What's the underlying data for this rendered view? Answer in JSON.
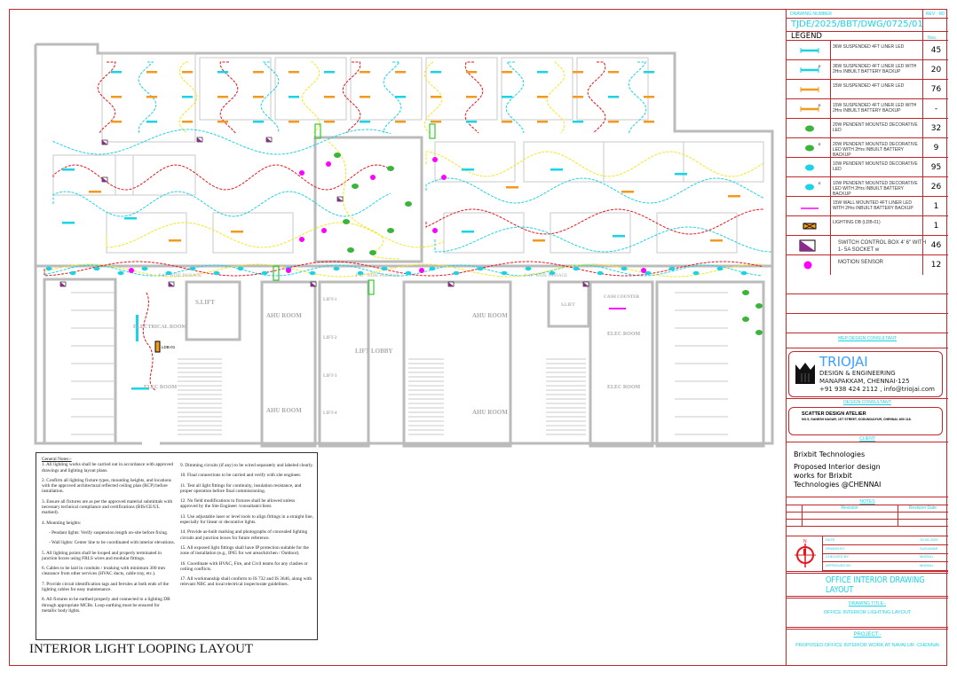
{
  "title_block": {
    "drawing_number_label": "DRAWING NUMBER",
    "rev_label": "REV : R0",
    "drawing_number": "TJDE/2025/BBT/DWG/0725/01",
    "legend_label": "LEGEND",
    "nos_label": "Nos.",
    "legend": [
      {
        "icon": "linear-led-cyan",
        "desc": "36W SUSPENDED 4FT LINER LED",
        "count": "45"
      },
      {
        "icon": "linear-led-cyan-emergency",
        "desc": "36W SUSPENDED 4FT LINER LED WITH 2Hrs INBUILT BATTERY BACKUP",
        "count": "20"
      },
      {
        "icon": "linear-led-orange",
        "desc": "15W SUSPENDED 4FT LINER LED",
        "count": "76"
      },
      {
        "icon": "linear-led-orange-emergency",
        "desc": "15W SUSPENDED 4FT LINER LED WITH 2Hrs INBUILT BATTERY BACKUP",
        "count": "-"
      },
      {
        "icon": "pendant-green",
        "desc": "20W PENDENT MOUNTED DECORATIVE LED",
        "count": "32"
      },
      {
        "icon": "pendant-green-emergency",
        "desc": "20W PENDENT MOUNTED DECORATIVE LED WITH 2Hrs INBUILT BATTERY BACKUP",
        "count": "9"
      },
      {
        "icon": "pendant-cyan",
        "desc": "10W PENDENT MOUNTED DECORATIVE LED",
        "count": "95"
      },
      {
        "icon": "pendant-cyan-emergency",
        "desc": "10W PENDENT MOUNTED DECORATIVE LED WITH 2Hrs INBUILT BATTERY BACKUP",
        "count": "26"
      },
      {
        "icon": "wall-led-magenta",
        "desc": "15W WALL MOUNTED 4FT LINER LED WITH 2Hrs INBUILT BATTERY BACKUP",
        "count": "1"
      },
      {
        "icon": "lighting-db",
        "desc": "LIGHTING DB (LDB-01)",
        "count": "1"
      },
      {
        "icon": "switch-box",
        "desc": "SWITCH CONTROL BOX 4' 6\" WITH 1- 5A SOCKET w",
        "count": "46"
      },
      {
        "icon": "motion-sensor",
        "desc": "MOTION SENSOR",
        "count": "12"
      }
    ],
    "emergency_mark": "E",
    "mep_label": "MEP DESIGN CONSULTANT",
    "mep": {
      "name": "TRIOJAI",
      "line1": "DESIGN & ENGINEERING",
      "line2": "MANAPAKKAM, CHENNAI-125",
      "line3": "+91 938 424 2112 , info@triojai.com"
    },
    "design_label": "DESIGN CONSULTANT",
    "design": {
      "name": "SCATTER DESIGN ATELIER",
      "address": "NO.5, GANESH NAGAR, 1ST STREET, KODUNGAIYUR, CHENNAI -600 118."
    },
    "client_label": "CLIENT",
    "client": {
      "name": "Brixbit Technologies",
      "desc": "Proposed Interior design works for Brixbit Technologies @CHENNAI"
    },
    "notes_label": "NOTES",
    "revision_label": "Revision",
    "revision_date_label": "Revision Date",
    "north": "N",
    "info": [
      {
        "k": "DATE",
        "v": "19-05-2025"
      },
      {
        "k": "DRAWN BY",
        "v": "SUGUMAR"
      },
      {
        "k": "CHECKED BY",
        "v": "MURALI"
      },
      {
        "k": "APPROVED BY",
        "v": "MURALI"
      }
    ],
    "sheet_title": "OFFICE INTERIOR DRAWING LAYOUT",
    "drawing_title_label": "DRAWING TITLE:-",
    "drawing_title": "OFFICE INTERIOR LIGHTING LAYOUT",
    "project_label": "PROJECT:-",
    "project": "PROPOSED OFFICE  INTERIOR WORK AT NAVALUR -CHENNAI"
  },
  "plan": {
    "rooms": {
      "slift": "S.LIFT",
      "slift2": "S.LIFT",
      "ahu1": "AHU ROOM",
      "ahu2": "AHU ROOM",
      "ahu3": "AHU ROOM",
      "ahu4": "AHU ROOM",
      "lift1": "LIFT-1",
      "lift2": "LIFT-2",
      "lift3": "LIFT-3",
      "lift4": "LIFT-4",
      "lobby": "LIFT LOBBY",
      "elec1": "ELECTRICAL ROOM",
      "elec2": "ELEC ROOM",
      "elec3": "ELEC ROOM",
      "elec4": "ELEC ROOM",
      "cash": "CASH COUNTER",
      "ldb": "LDB-01",
      "passage1": "4'-11\" WIDE PASSAGE",
      "passage2": "4'-11\" WIDE PASSAGE",
      "passage3": "4'-11\" WIDE PASSAGE"
    }
  },
  "notes": {
    "heading": "General Notes:-",
    "left": [
      "1. All lighting works shall be carried out in accordance with approved drawings and lighting layout plans.",
      "2. Confirm all lighting fixture types, mounting heights, and locations with the approved architectural reflected ceiling plan (RCP) before installation.",
      "3. Ensure all fixtures are as per the approved material submittals with necessary technical compliance and certifications (BIS/CE/UL marked).",
      "4. Mounting heights:",
      "- Pendant lights: Verify suspension length on-site before fixing.",
      "- Wall lights: Center line to be coordinated with interior elevations.",
      "5. All lighting points shall be looped and properly terminated in junction boxes using FRLS wires and modular fittings.",
      "6. Cables to be laid in conduits / trunking with minimum 300 mm clearance from other services (HVAC ducts, cable tray, etc.).",
      "7. Provide circuit identification tags and ferrules at both ends of the lighting cables for easy maintenance.",
      "8. All fixtures to be earthed properly and connected to a lighting DB through appropriate MCBs. Loop earthing must be ensured for metallic body lights."
    ],
    "right": [
      "9. Dimming circuits (if any) to be wired separately and labeled clearly.",
      "10. Final connections to be carried and verify with site engineer.",
      "11. Test all light fittings for continuity, insulation resistance, and proper operation before final commissioning.",
      "12. No field modifications to fixtures shall be allowed unless approved by the Site Engineer /consultant/client.",
      "13. Use adjustable laser or level tools to align fittings in a straight line, especially for linear or decorative lights.",
      "14. Provide as-built marking and photographs of concealed lighting circuits and junction boxes for future reference.",
      "15. All exposed light fittings shall have IP protection suitable for the zone of installation (e.g., IP65 for wet areas/kitchen / Outdoor).",
      "16. Coordinate with HVAC, Fire, and Civil teams for any clashes or ceiling conflicts.",
      "17. All workmanship shall conform to IS 732 and IS 3646, along with relevant NBC and local electrical inspectorate guidelines."
    ]
  },
  "drawing_title": "INTERIOR LIGHT LOOPING  LAYOUT",
  "colors": {
    "frame": "#c0282d",
    "cyan": "#19d3e6",
    "orange": "#f39a1e",
    "green": "#3cb43c",
    "magenta": "#ff00ff",
    "red_wire": "#e8141e",
    "yellow_wire": "#f5e61e",
    "wall": "#b8b8b8"
  }
}
